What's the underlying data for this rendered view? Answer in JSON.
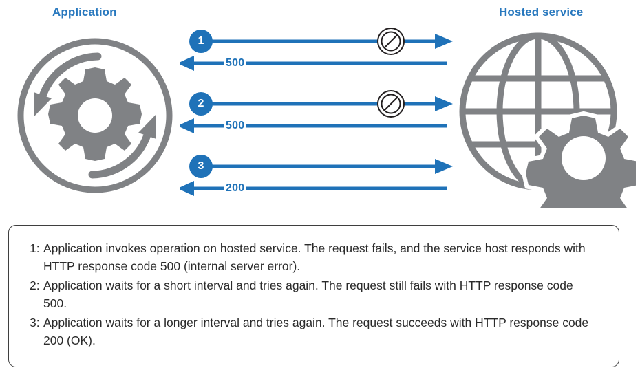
{
  "diagram": {
    "left_heading": "Application",
    "right_heading": "Hosted service",
    "accent_blue": "#1f72b8",
    "heading_blue": "#2878be",
    "icon_gray": "#808285",
    "left_icon": "gear-refresh-icon",
    "right_icon": "globe-gear-icon",
    "sequence": [
      {
        "badge": "1",
        "request_icon": "prohibited-icon",
        "request_failed": true,
        "response_code": "500"
      },
      {
        "badge": "2",
        "request_icon": "prohibited-icon",
        "request_failed": true,
        "response_code": "500"
      },
      {
        "badge": "3",
        "request_icon": "",
        "request_failed": false,
        "response_code": "200"
      }
    ]
  },
  "caption": {
    "items": [
      {
        "marker": "1:",
        "text": "Application invokes operation on hosted service. The request fails, and the service host responds with HTTP response code 500 (internal server error)."
      },
      {
        "marker": "2:",
        "text": "Application waits for a short interval and tries again. The request still fails with HTTP response code 500."
      },
      {
        "marker": "3:",
        "text": "Application waits for a longer interval and tries again. The request succeeds with HTTP response code 200 (OK)."
      }
    ]
  }
}
